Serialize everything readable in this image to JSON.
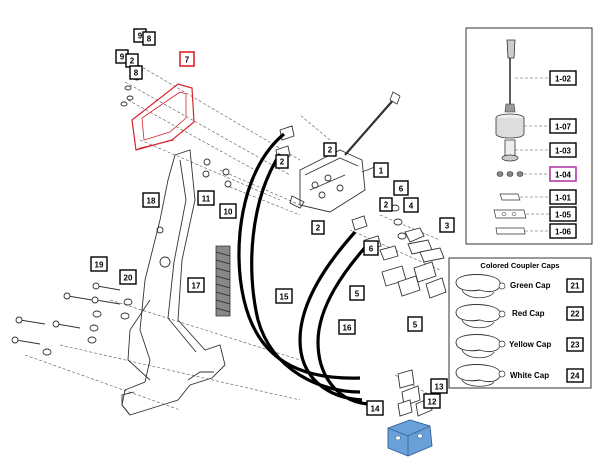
{
  "callouts": {
    "c2a": "2",
    "c2b": "2",
    "c2c": "2",
    "c2d": "2",
    "c2e": "2",
    "c1": "1",
    "c3": "3",
    "c4": "4",
    "c5a": "5",
    "c5b": "5",
    "c6a": "6",
    "c6b": "6",
    "c7": "7",
    "c8a": "8",
    "c8b": "8",
    "c9a": "9",
    "c9b": "9",
    "c10": "10",
    "c11": "11",
    "c12": "12",
    "c13": "13",
    "c14": "14",
    "c15": "15",
    "c16": "16",
    "c17": "17",
    "c18": "18",
    "c19": "19",
    "c20": "20"
  },
  "inset": {
    "items": [
      "1-02",
      "1-07",
      "1-03",
      "1-04",
      "1-01",
      "1-05",
      "1-06"
    ]
  },
  "caps": {
    "title": "Colored Coupler Caps",
    "items": [
      {
        "label": "Green Cap",
        "num": "21"
      },
      {
        "label": "Red Cap",
        "num": "22"
      },
      {
        "label": "Yellow Cap",
        "num": "23"
      },
      {
        "label": "White Cap",
        "num": "24"
      }
    ]
  },
  "colors": {
    "highlight_red": "#d9242b",
    "highlight_purple": "#b03aa8",
    "manifold_blue": "#6aa0d8"
  }
}
